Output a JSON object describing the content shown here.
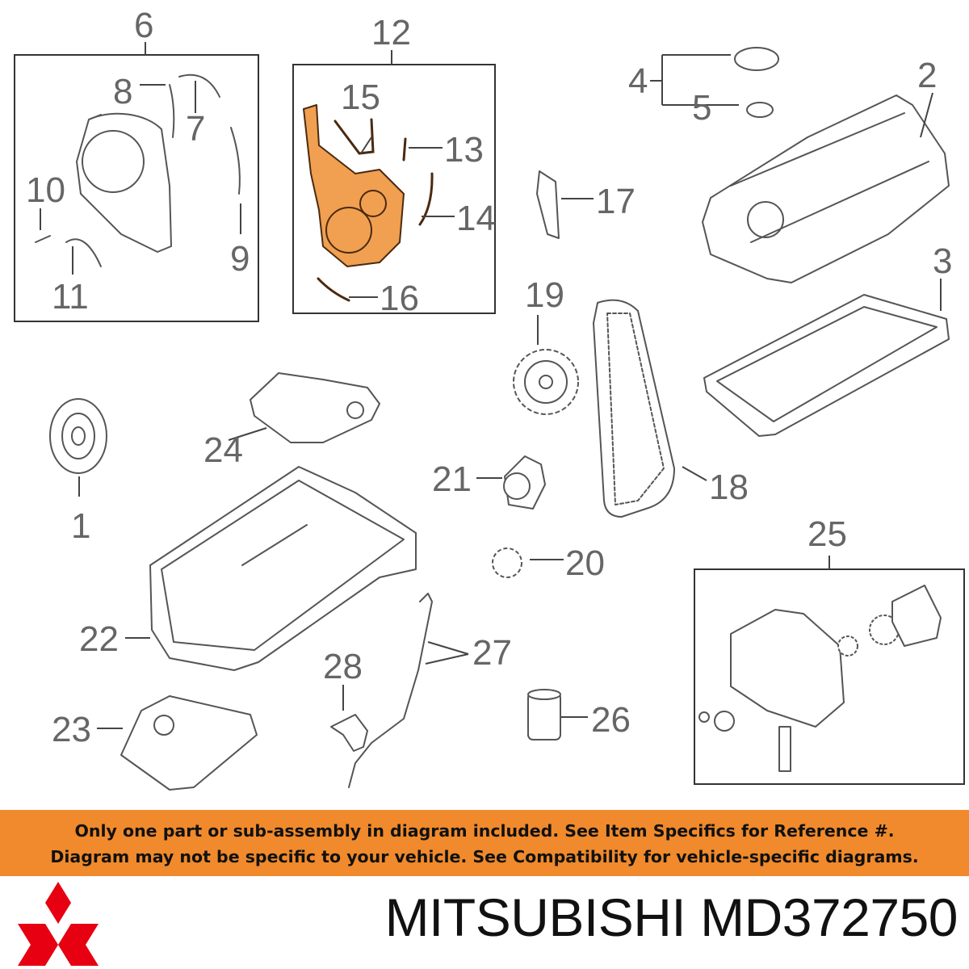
{
  "colors": {
    "notice_background": "#f08a2c",
    "notice_text": "#111111",
    "logo_red": "#e60012",
    "highlight_part": "#f0a050",
    "callout_text": "#666666"
  },
  "callouts": {
    "c1": "1",
    "c2": "2",
    "c3": "3",
    "c4": "4",
    "c5": "5",
    "c6": "6",
    "c7": "7",
    "c8": "8",
    "c9": "9",
    "c10": "10",
    "c11": "11",
    "c12": "12",
    "c13": "13",
    "c14": "14",
    "c15": "15",
    "c16": "16",
    "c17": "17",
    "c18": "18",
    "c19": "19",
    "c20": "20",
    "c21": "21",
    "c22": "22",
    "c23": "23",
    "c24": "24",
    "c25": "25",
    "c26": "26",
    "c27": "27",
    "c28": "28"
  },
  "highlighted_callout": "12",
  "notice": {
    "line1": "Only one part or sub-assembly in diagram included. See Item Specifics for Reference #.",
    "line2": "Diagram may not be specific to your vehicle. See Compatibility for vehicle-specific diagrams."
  },
  "brand": {
    "name": "MITSUBISHI",
    "part_number": "MD372750",
    "logo_icon": "three-diamond-logo-icon"
  }
}
